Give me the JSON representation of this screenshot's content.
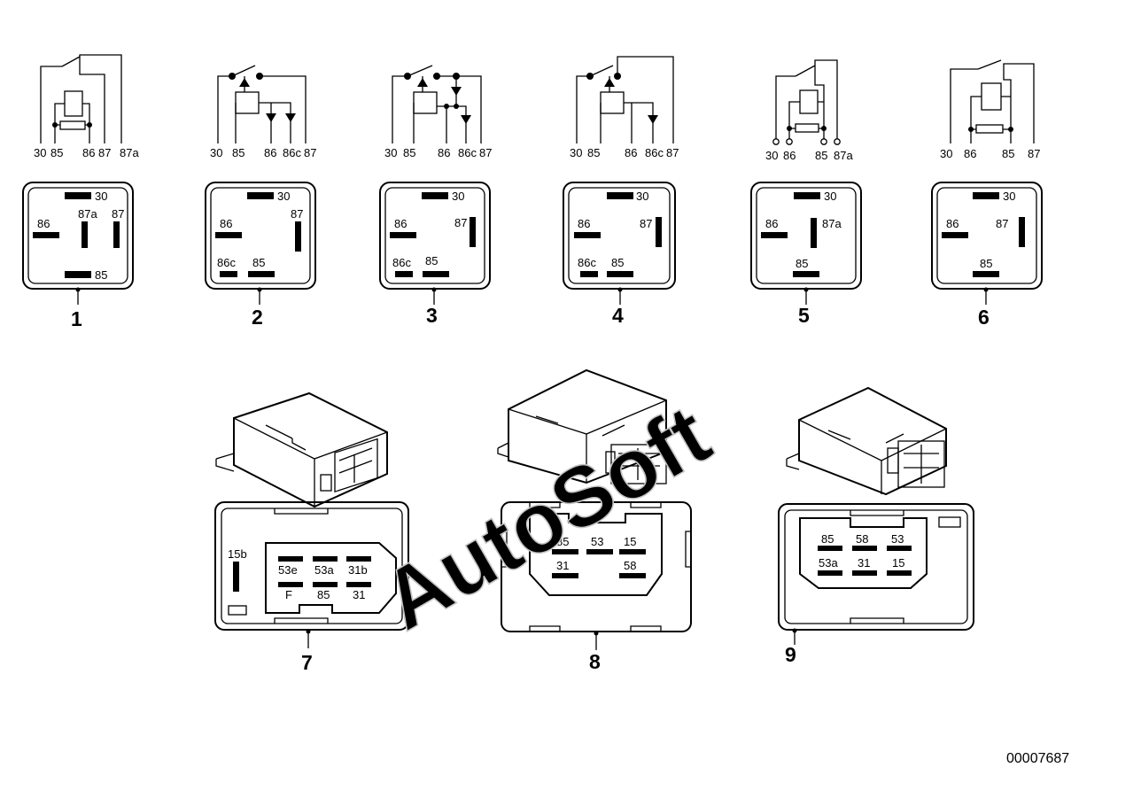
{
  "watermark": "AutoSoft",
  "drawing_code": "00007687",
  "relays": [
    {
      "number": "1",
      "schematic_labels": [
        "30",
        "85",
        "86",
        "87",
        "87a"
      ],
      "pins": [
        {
          "label": "30"
        },
        {
          "label": "86"
        },
        {
          "label": "87a"
        },
        {
          "label": "87"
        },
        {
          "label": "85"
        }
      ]
    },
    {
      "number": "2",
      "schematic_labels": [
        "30",
        "85",
        "86",
        "86c",
        "87"
      ],
      "pins": [
        {
          "label": "30"
        },
        {
          "label": "86"
        },
        {
          "label": "87"
        },
        {
          "label": "86c"
        },
        {
          "label": "85"
        }
      ]
    },
    {
      "number": "3",
      "schematic_labels": [
        "30",
        "85",
        "86",
        "86c",
        "87"
      ],
      "pins": [
        {
          "label": "30"
        },
        {
          "label": "86"
        },
        {
          "label": "87"
        },
        {
          "label": "86c"
        },
        {
          "label": "85"
        }
      ]
    },
    {
      "number": "4",
      "schematic_labels": [
        "30",
        "85",
        "86",
        "86c",
        "87"
      ],
      "pins": [
        {
          "label": "30"
        },
        {
          "label": "86"
        },
        {
          "label": "87"
        },
        {
          "label": "86c"
        },
        {
          "label": "85"
        }
      ]
    },
    {
      "number": "5",
      "schematic_labels": [
        "30",
        "86",
        "85",
        "87a"
      ],
      "pins": [
        {
          "label": "30"
        },
        {
          "label": "86"
        },
        {
          "label": "87a"
        },
        {
          "label": "85"
        }
      ]
    },
    {
      "number": "6",
      "schematic_labels": [
        "30",
        "86",
        "85",
        "87"
      ],
      "pins": [
        {
          "label": "30"
        },
        {
          "label": "86"
        },
        {
          "label": "87"
        },
        {
          "label": "85"
        }
      ]
    }
  ],
  "modules": [
    {
      "number": "7",
      "pins": [
        "15b",
        "53e",
        "53a",
        "31b",
        "F",
        "85",
        "31"
      ]
    },
    {
      "number": "8",
      "pins": [
        "85",
        "53",
        "15",
        "31",
        "58"
      ]
    },
    {
      "number": "9",
      "pins": [
        "85",
        "58",
        "53",
        "53a",
        "31",
        "15"
      ]
    }
  ]
}
